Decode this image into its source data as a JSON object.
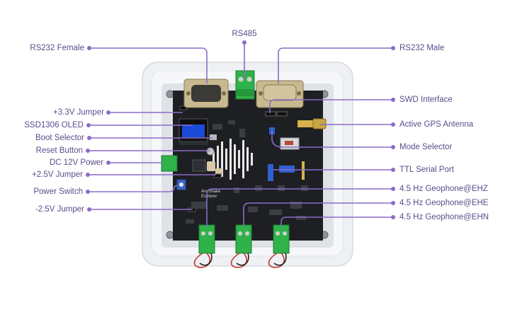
{
  "colors": {
    "callout": "#8a6cc9",
    "label_text": "#5a4c8c",
    "pcb": "#1d1f22",
    "acrylic": "#eef0f3",
    "terminal_green": "#2fb24a",
    "db9_metal": "#c9b98f"
  },
  "labels": {
    "top": [
      {
        "id": "rs485",
        "text": "RS485"
      }
    ],
    "left": [
      {
        "id": "rs232-female",
        "text": "RS232 Female"
      },
      {
        "id": "jumper-3v3",
        "text": "+3.3V Jumper"
      },
      {
        "id": "oled",
        "text": "SSD1306 OLED"
      },
      {
        "id": "boot-selector",
        "text": "Boot Selector"
      },
      {
        "id": "reset-button",
        "text": "Reset Button"
      },
      {
        "id": "dc-power",
        "text": "DC 12V Power"
      },
      {
        "id": "jumper-2v5",
        "text": "+2.5V Jumper"
      },
      {
        "id": "power-switch",
        "text": "Power Switch"
      },
      {
        "id": "jumper-neg2v5",
        "text": "-2.5V Jumper"
      }
    ],
    "right": [
      {
        "id": "rs232-male",
        "text": "RS232 Male"
      },
      {
        "id": "swd",
        "text": "SWD Interface"
      },
      {
        "id": "gps-antenna",
        "text": "Active GPS Antenna"
      },
      {
        "id": "mode-selector",
        "text": "Mode Selector"
      },
      {
        "id": "ttl-serial",
        "text": "TTL Serial Port"
      },
      {
        "id": "geophone-ehz",
        "text": "4.5 Hz Geophone@EHZ"
      },
      {
        "id": "geophone-ehe",
        "text": "4.5 Hz Geophone@EHE"
      },
      {
        "id": "geophone-ehn",
        "text": "4.5 Hz Geophone@EHN"
      }
    ]
  },
  "board": {
    "silk_brand_line1": "AnyShake",
    "silk_brand_line2": "Explorer"
  }
}
